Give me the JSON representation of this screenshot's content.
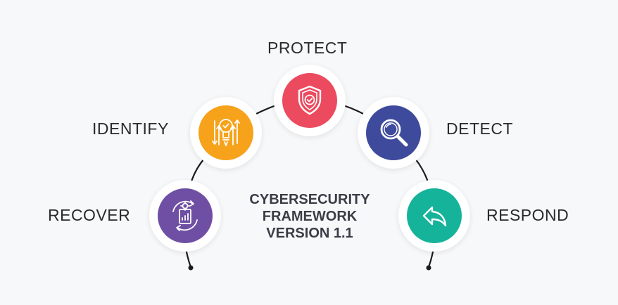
{
  "title_lines": [
    "CYBERSECURITY",
    "FRAMEWORK",
    "VERSION 1.1"
  ],
  "functions": {
    "protect": {
      "label": "PROTECT",
      "color": "#ec4a5e",
      "icon": "shield-check-icon"
    },
    "identify": {
      "label": "IDENTIFY",
      "color": "#f7a21b",
      "icon": "lightbulb-arrows-icon"
    },
    "detect": {
      "label": "DETECT",
      "color": "#3e4a9b",
      "icon": "magnifier-icon"
    },
    "recover": {
      "label": "RECOVER",
      "color": "#6f4fa3",
      "icon": "document-cycle-icon"
    },
    "respond": {
      "label": "RESPOND",
      "color": "#14b39a",
      "icon": "reply-arrow-icon"
    }
  },
  "connector_color": "#1b1b1b"
}
